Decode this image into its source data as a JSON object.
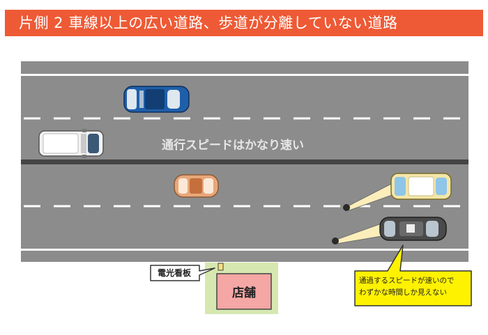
{
  "title": "片側 2 車線以上の広い道路、歩道が分離していない道路",
  "road": {
    "speed_label": "通行スピードはかなり速い"
  },
  "shop": {
    "label": "店舗"
  },
  "sign": {
    "label": "電光看板"
  },
  "callout": {
    "line1": "通過するスピードが速いので",
    "line2": "わずかな時間しか見えない"
  },
  "colors": {
    "title_bg": "#ee5a35",
    "road": "#8c8c8c",
    "median": "#444444",
    "shop_lot": "#d6e8b0",
    "shop_building": "#f4a7a4",
    "callout_bg": "#fff200",
    "car_blue": "#1f5faa",
    "car_white": "#f2f2f2",
    "car_orange": "#e8a77a",
    "car_cream": "#f3e6a8",
    "car_dark": "#4a4a4a",
    "headlight_beam": "#fbeebb"
  }
}
